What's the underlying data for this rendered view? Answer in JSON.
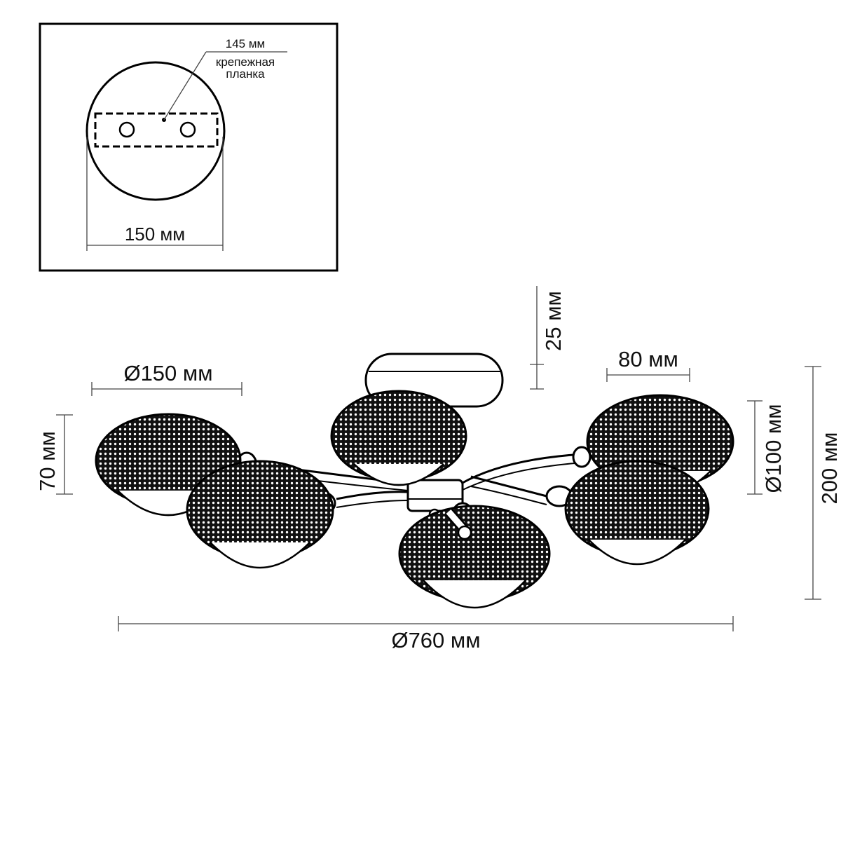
{
  "inset": {
    "bracket_width_label": "145 мм",
    "bracket_name_line1": "крепежная",
    "bracket_name_line2": "планка",
    "canopy_diameter_label": "150 мм"
  },
  "dimensions": {
    "shade_diameter": "Ø150 мм",
    "shade_height": "70 мм",
    "canopy_height": "25 мм",
    "shade_opening": "80 мм",
    "shade_inner_diameter": "Ø100 мм",
    "total_height": "200 мм",
    "total_diameter": "Ø760 мм"
  },
  "colors": {
    "ink": "#000000",
    "dimension_line": "#444444",
    "background": "#ffffff"
  }
}
